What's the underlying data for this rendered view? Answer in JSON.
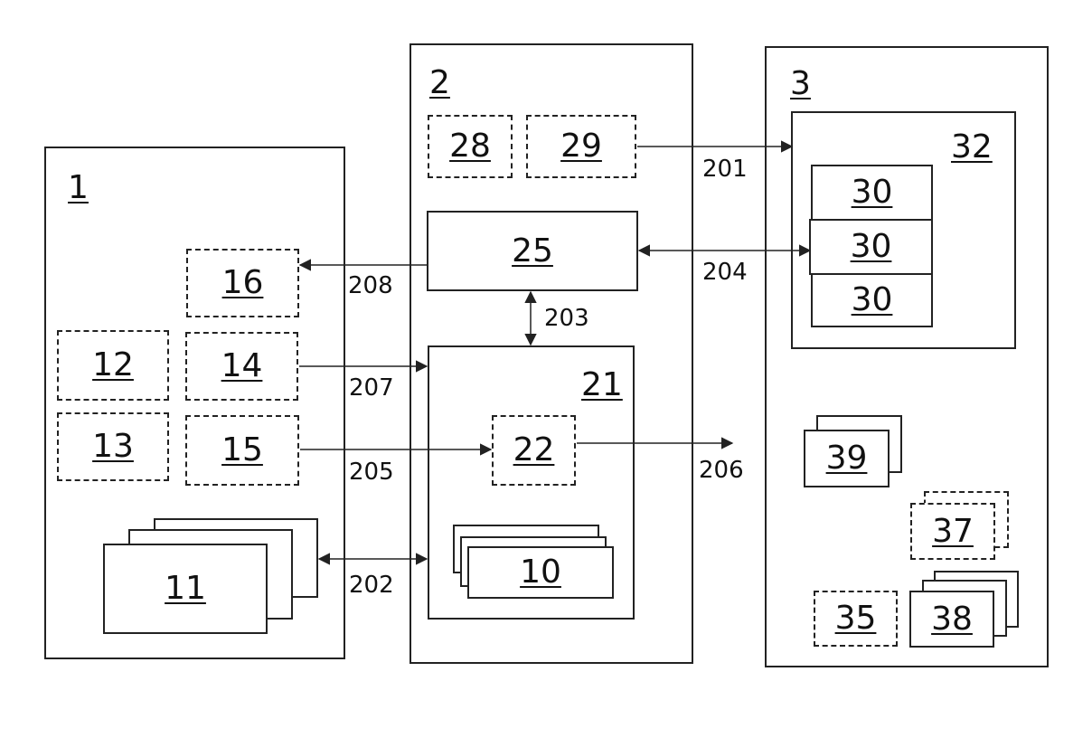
{
  "diagram": {
    "system1": {
      "label": "1",
      "blocks": {
        "b16": "16",
        "b12": "12",
        "b14": "14",
        "b13": "13",
        "b15": "15",
        "b11": "11"
      }
    },
    "system2": {
      "label": "2",
      "blocks": {
        "b28": "28",
        "b29": "29",
        "b25": "25",
        "b21": "21",
        "b22": "22",
        "b10": "10"
      }
    },
    "system3": {
      "label": "3",
      "blocks": {
        "b32": "32",
        "b30a": "30",
        "b30b": "30",
        "b30c": "30",
        "b39": "39",
        "b37": "37",
        "b35": "35",
        "b38": "38"
      }
    },
    "connections": {
      "c201": "201",
      "c202": "202",
      "c203": "203",
      "c204": "204",
      "c205": "205",
      "c206": "206",
      "c207": "207",
      "c208": "208"
    }
  }
}
